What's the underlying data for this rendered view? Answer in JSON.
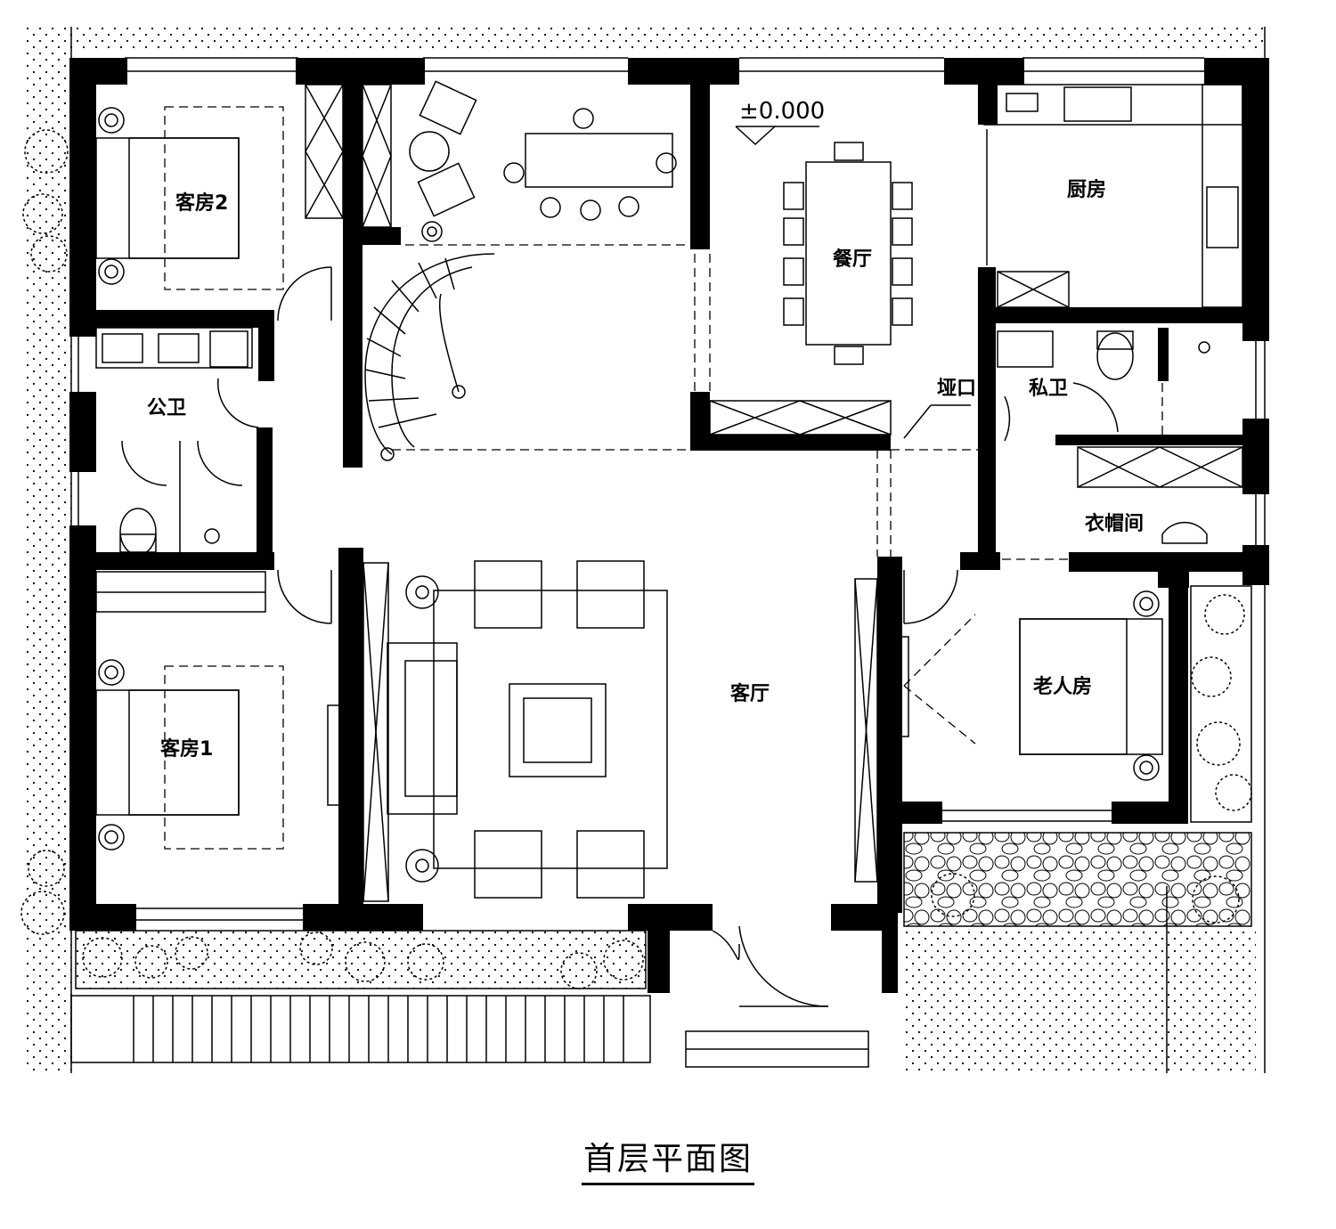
{
  "drawing": {
    "title": "首层平面图",
    "elevation": "±0.000",
    "rooms": {
      "guest_room_2": "客房2",
      "guest_room_1": "客房1",
      "kitchen": "厨房",
      "dining": "餐厅",
      "public_bath": "公卫",
      "private_bath": "私卫",
      "cloakroom": "衣帽间",
      "elder_room": "老人房",
      "living_room": "客厅",
      "pass": "垭口"
    }
  },
  "colors": {
    "line": "#000000",
    "background": "#ffffff"
  }
}
